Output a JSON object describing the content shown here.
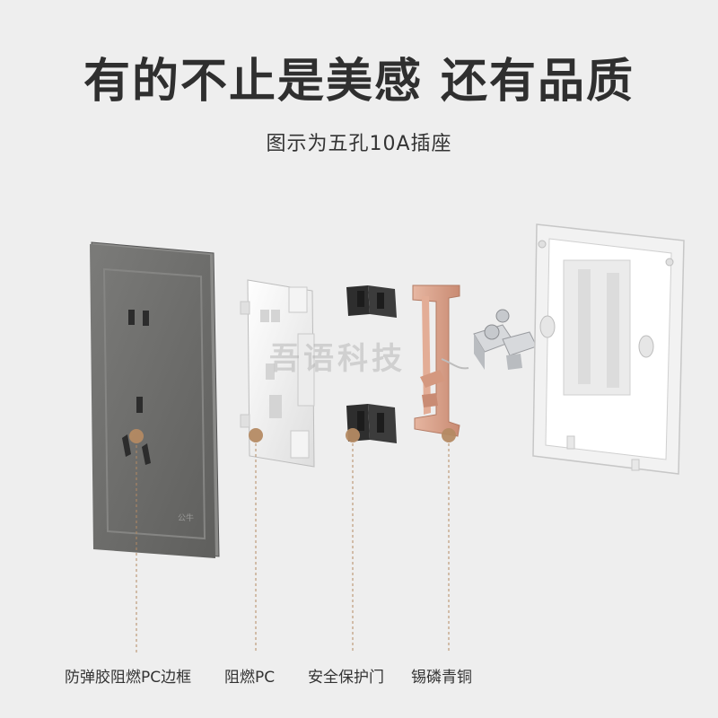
{
  "headline": "有的不止是美感 还有品质",
  "subtitle": "图示为五孔10A插座",
  "watermark": "吾语科技",
  "plate_marking": "公牛",
  "colors": {
    "marker": "#b48a63",
    "leader": "#b48a63",
    "panel": "#6f6f6d",
    "copper": "#d9a58f"
  },
  "parts": [
    {
      "label": "防弹胶阻燃PC边框"
    },
    {
      "label": "阻燃PC"
    },
    {
      "label": "安全保护门"
    },
    {
      "label": "锡磷青铜"
    }
  ]
}
